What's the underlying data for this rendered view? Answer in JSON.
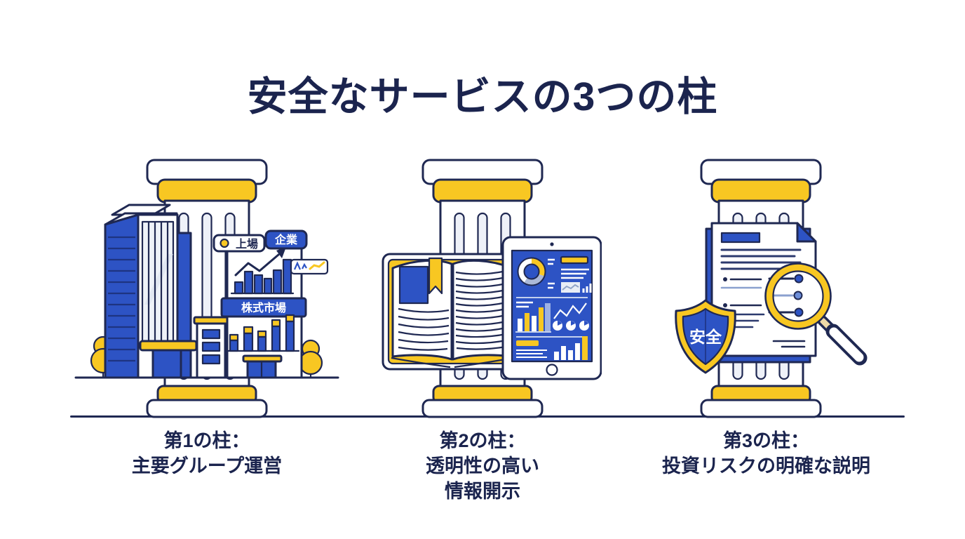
{
  "page": {
    "title": "安全なサービスの3つの柱"
  },
  "colors": {
    "navy": "#1f2852",
    "blue": "#2d53c4",
    "yellow": "#f8c722",
    "light": "#eef1f8",
    "background": "#ffffff"
  },
  "pillars": [
    {
      "name": "pillar-1-main-group-operation",
      "illustration": "column-with-corporate-building-and-stock-market",
      "badges": {
        "listed": "上場",
        "company": "企業",
        "stock_market": "株式市場"
      },
      "caption": {
        "line1": "第1の柱：",
        "line2": "主要グループ運営"
      }
    },
    {
      "name": "pillar-2-transparent-disclosure",
      "illustration": "column-with-open-book-and-tablet-charts",
      "caption": {
        "line1": "第2の柱：",
        "line2": "透明性の高い",
        "line3": "情報開示"
      }
    },
    {
      "name": "pillar-3-clear-risk-explanation",
      "illustration": "column-with-document-magnifier-and-safety-shield",
      "badges": {
        "safety": "安全"
      },
      "caption": {
        "line1": "第3の柱：",
        "line2": "投資リスクの明確な説明"
      }
    }
  ]
}
